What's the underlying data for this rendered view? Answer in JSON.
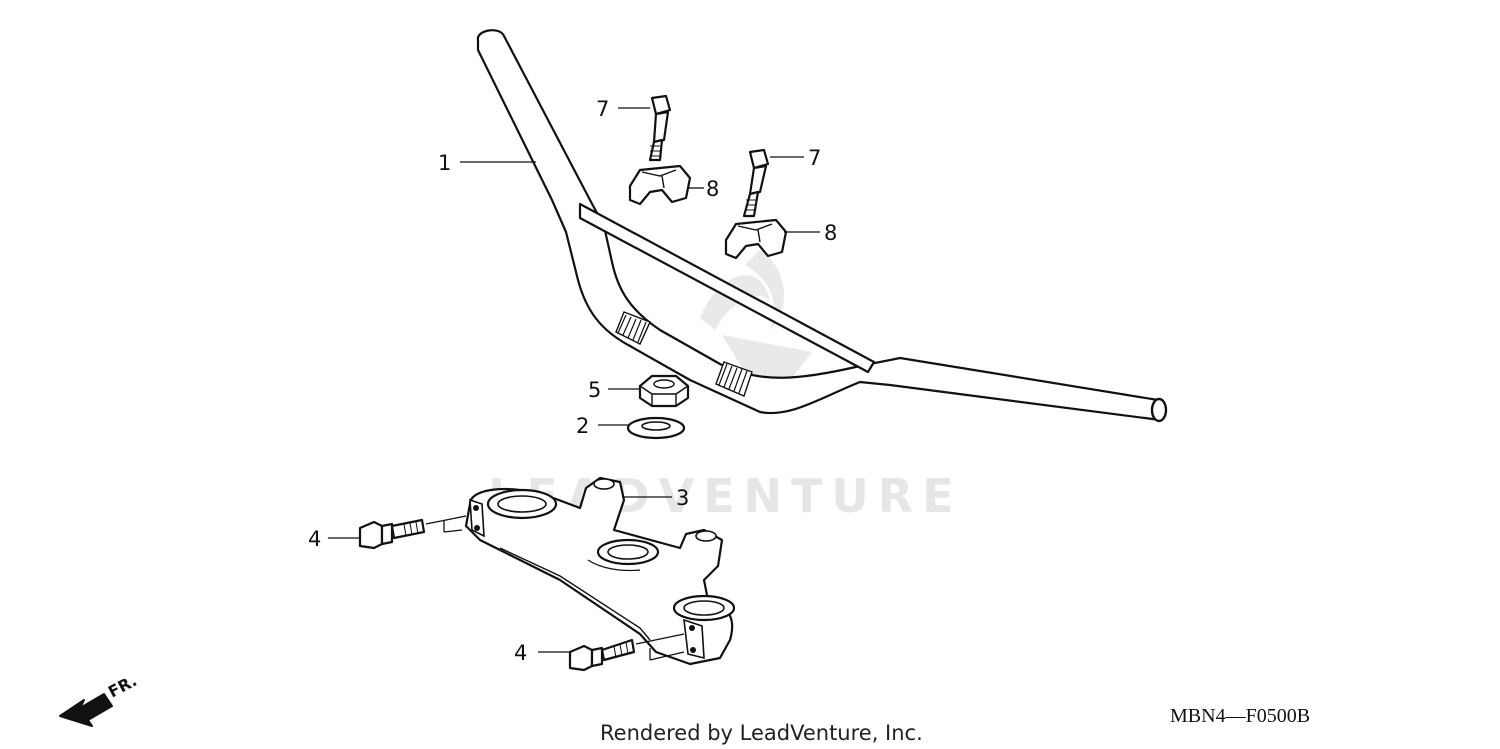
{
  "watermark": {
    "text": "LEADVENTURE",
    "color": "#e6e6e6"
  },
  "callouts": [
    {
      "id": "handlebar",
      "number": "1"
    },
    {
      "id": "washer",
      "number": "2"
    },
    {
      "id": "top-bridge",
      "number": "3"
    },
    {
      "id": "bolt-left",
      "number": "4"
    },
    {
      "id": "bolt-right",
      "number": "4"
    },
    {
      "id": "nut",
      "number": "5"
    },
    {
      "id": "holder-bolt-left",
      "number": "7"
    },
    {
      "id": "holder-bolt-right",
      "number": "7"
    },
    {
      "id": "holder-left",
      "number": "8"
    },
    {
      "id": "holder-right",
      "number": "8"
    }
  ],
  "direction_indicator": {
    "label": "FR.",
    "icon": "arrow-front-icon"
  },
  "footer": {
    "credit": "Rendered by LeadVenture, Inc.",
    "diagram_code": "MBN4—F0500B"
  }
}
